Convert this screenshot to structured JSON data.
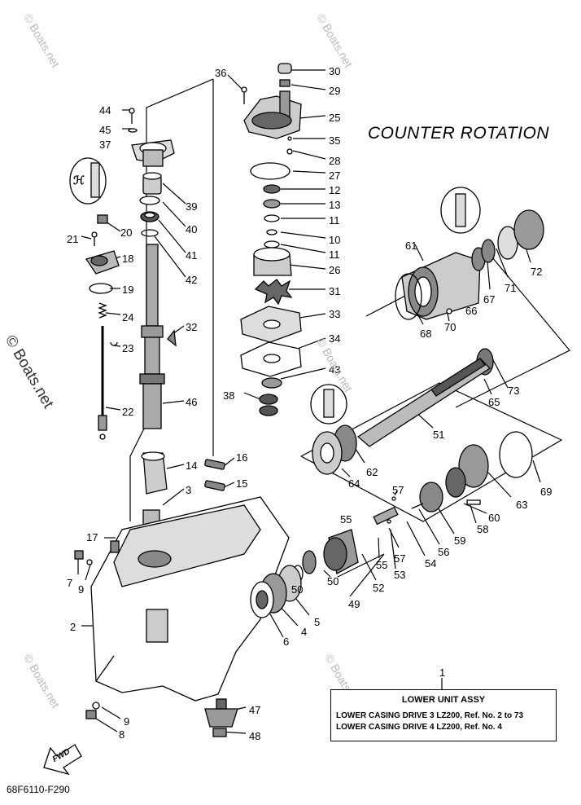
{
  "diagram_title": "COUNTER ROTATION",
  "figure_code": "68F6110-F290",
  "watermark_big": "© Boats.net",
  "watermark_small": "© Boats.net",
  "fwd_label": "FWD",
  "box": {
    "ref": "1",
    "header": "LOWER UNIT ASSY",
    "line1": "LOWER CASING DRIVE 3 LZ200, Ref. No. 2 to 73",
    "line2": "LOWER CASING DRIVE 4 LZ200, Ref. No. 4"
  },
  "callouts": [
    "36",
    "30",
    "29",
    "25",
    "35",
    "28",
    "27",
    "12",
    "13",
    "11",
    "10",
    "11",
    "26",
    "31",
    "33",
    "34",
    "43",
    "38",
    "44",
    "45",
    "37",
    "39",
    "40",
    "41",
    "42",
    "20",
    "21",
    "18",
    "19",
    "24",
    "32",
    "23",
    "22",
    "46",
    "16",
    "15",
    "14",
    "3",
    "17",
    "7",
    "9",
    "2",
    "61",
    "72",
    "71",
    "67",
    "66",
    "70",
    "68",
    "65",
    "73",
    "51",
    "62",
    "64",
    "69",
    "63",
    "60",
    "58",
    "59",
    "56",
    "54",
    "57",
    "55",
    "57",
    "55",
    "53",
    "52",
    "50",
    "50",
    "49",
    "5",
    "4",
    "6",
    "47",
    "48",
    "9",
    "8"
  ]
}
